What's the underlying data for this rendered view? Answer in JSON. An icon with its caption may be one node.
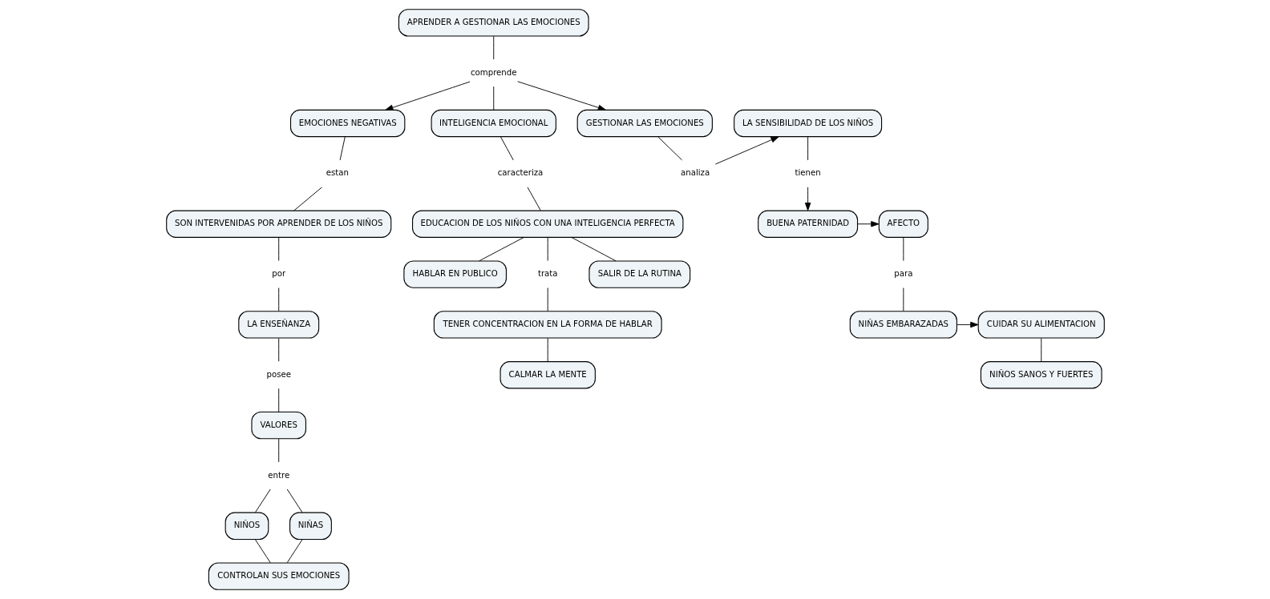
{
  "diagram": {
    "nodes": [
      {
        "text": [
          "APRENDER A GESTIONAR LAS EMOCIONES"
        ]
      },
      {
        "text": [
          "comprende"
        ]
      },
      {
        "text": [
          "EMOCIONES NEGATIVAS"
        ]
      },
      {
        "text": [
          "INTELIGENCIA EMOCIONAL"
        ]
      },
      {
        "text": [
          "GESTIONAR LAS EMOCIONES"
        ]
      },
      {
        "text": [
          "analiza"
        ]
      },
      {
        "text": [
          "LA SENSIBILIDAD DE LOS NIÑOS"
        ]
      },
      {
        "text": [
          "estan"
        ]
      },
      {
        "text": [
          "caracteriza"
        ]
      },
      {
        "text": [
          "tienen"
        ]
      },
      {
        "text": [
          "SON INTERVENIDAS POR APRENDER DE LOS NIÑOS"
        ]
      },
      {
        "text": [
          "EDUCACION DE LOS NIÑOS CON UNA INTELIGENCIA PERFECTA"
        ]
      },
      {
        "text": [
          "BUENA PATERNIDAD"
        ]
      },
      {
        "text": [
          "AFECTO"
        ]
      },
      {
        "text": [
          "por"
        ]
      },
      {
        "text": [
          "LA ENSEÑANZA"
        ]
      },
      {
        "text": [
          "HABLAR EN PUBLICO"
        ]
      },
      {
        "text": [
          "trata"
        ]
      },
      {
        "text": [
          "SALIR DE LA RUTINA"
        ]
      },
      {
        "text": [
          "para"
        ]
      },
      {
        "text": [
          "posee"
        ]
      },
      {
        "text": [
          "VALORES"
        ]
      },
      {
        "text": [
          "entre"
        ]
      },
      {
        "text": [
          "CUIDAR SU ALIMENTACION"
        ]
      },
      {
        "text": [
          "NIÑAS EMBARAZADAS"
        ]
      },
      {
        "text": [
          "TENER CONCENTRACION EN LA FORMA DE HABLAR"
        ]
      },
      {
        "text": [
          "NIÑOS"
        ]
      },
      {
        "text": [
          "NIÑAS"
        ]
      },
      {
        "text": [
          "CALMAR LA MENTE"
        ]
      },
      {
        "text": [
          "NIÑOS SANOS Y FUERTES"
        ]
      },
      {
        "text": [
          "CONTROLAN SUS EMOCIONES"
        ]
      }
    ],
    "edges": [
      {
        "from": 0,
        "to": 1,
        "arrow": "none"
      },
      {
        "from": 1,
        "to": 2,
        "arrow": "to"
      },
      {
        "from": 1,
        "to": 3,
        "arrow": "none"
      },
      {
        "from": 1,
        "to": 4,
        "arrow": "to"
      },
      {
        "from": 4,
        "to": 5,
        "arrow": "none"
      },
      {
        "from": 5,
        "to": 6,
        "arrow": "to"
      },
      {
        "from": 2,
        "to": 7,
        "arrow": "none"
      },
      {
        "from": 7,
        "to": 10,
        "arrow": "none"
      },
      {
        "from": 3,
        "to": 8,
        "arrow": "none"
      },
      {
        "from": 8,
        "to": 11,
        "arrow": "none"
      },
      {
        "from": 6,
        "to": 9,
        "arrow": "none"
      },
      {
        "from": 9,
        "to": 12,
        "arrow": "to"
      },
      {
        "from": 12,
        "to": 13,
        "arrow": "to"
      },
      {
        "from": 10,
        "to": 14,
        "arrow": "none"
      },
      {
        "from": 14,
        "to": 15,
        "arrow": "none"
      },
      {
        "from": 11,
        "to": 16,
        "arrow": "none"
      },
      {
        "from": 11,
        "to": 17,
        "arrow": "none"
      },
      {
        "from": 17,
        "to": 25,
        "arrow": "none"
      },
      {
        "from": 11,
        "to": 18,
        "arrow": "none"
      },
      {
        "from": 13,
        "to": 19,
        "arrow": "none"
      },
      {
        "from": 19,
        "to": 24,
        "arrow": "none"
      },
      {
        "from": 15,
        "to": 20,
        "arrow": "none"
      },
      {
        "from": 20,
        "to": 21,
        "arrow": "none"
      },
      {
        "from": 21,
        "to": 22,
        "arrow": "none"
      },
      {
        "from": 22,
        "to": 26,
        "arrow": "none"
      },
      {
        "from": 22,
        "to": 27,
        "arrow": "none"
      },
      {
        "from": 24,
        "to": 23,
        "arrow": "to"
      },
      {
        "from": 25,
        "to": 28,
        "arrow": "none"
      },
      {
        "from": 23,
        "to": 29,
        "arrow": "none"
      },
      {
        "from": 26,
        "to": 30,
        "arrow": "none"
      },
      {
        "from": 27,
        "to": 30,
        "arrow": "none"
      }
    ]
  }
}
